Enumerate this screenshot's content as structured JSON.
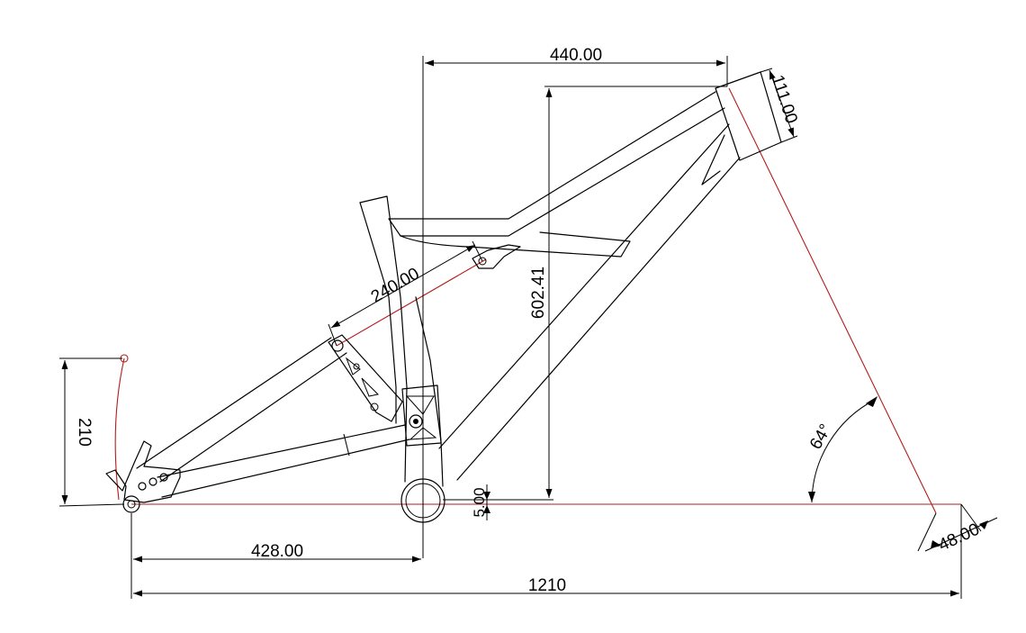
{
  "dimensions": {
    "top_tube_horizontal": "440.00",
    "head_tube_length": "111.00",
    "shock_length": "240.00",
    "stack_height": "602.41",
    "rear_drop": "210",
    "bb_drop": "5.00",
    "chainstay_horizontal": "428.00",
    "fork_offset": "48.00",
    "wheelbase": "1210",
    "head_angle": "64°"
  },
  "colors": {
    "line": "#000000",
    "construction": "#b21d1d",
    "background": "#ffffff"
  }
}
